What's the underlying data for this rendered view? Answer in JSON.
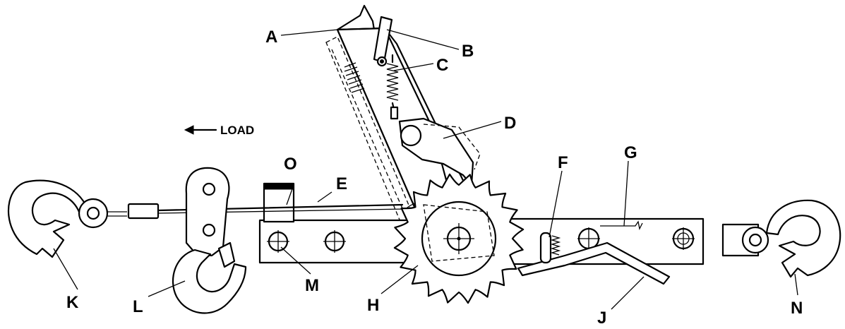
{
  "direction_label": "LOAD",
  "parts": [
    {
      "id": "A",
      "letter": "A"
    },
    {
      "id": "B",
      "letter": "B"
    },
    {
      "id": "C",
      "letter": "C"
    },
    {
      "id": "D",
      "letter": "D"
    },
    {
      "id": "E",
      "letter": "E"
    },
    {
      "id": "F",
      "letter": "F"
    },
    {
      "id": "G",
      "letter": "G"
    },
    {
      "id": "H",
      "letter": "H"
    },
    {
      "id": "J",
      "letter": "J"
    },
    {
      "id": "K",
      "letter": "K"
    },
    {
      "id": "L",
      "letter": "L"
    },
    {
      "id": "M",
      "letter": "M"
    },
    {
      "id": "N",
      "letter": "N"
    },
    {
      "id": "O",
      "letter": "O"
    }
  ]
}
